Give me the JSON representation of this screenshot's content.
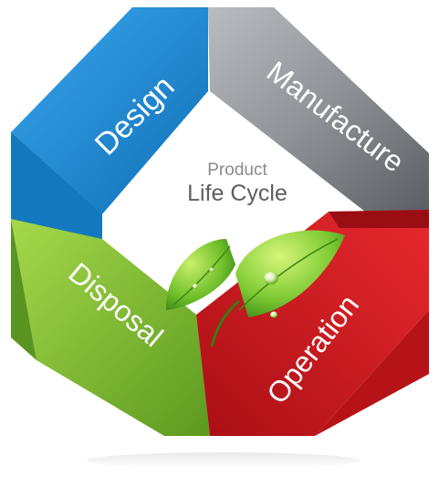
{
  "diagram": {
    "center": {
      "line1": "Product",
      "line2": "Life Cycle"
    },
    "stages": [
      {
        "label": "Design",
        "color": "#1a8ad4"
      },
      {
        "label": "Manufacture",
        "color": "#8f9296"
      },
      {
        "label": "Operation",
        "color": "#cf1d21"
      },
      {
        "label": "Disposal",
        "color": "#7bbb2e"
      }
    ],
    "icon": "leaf-icon"
  }
}
